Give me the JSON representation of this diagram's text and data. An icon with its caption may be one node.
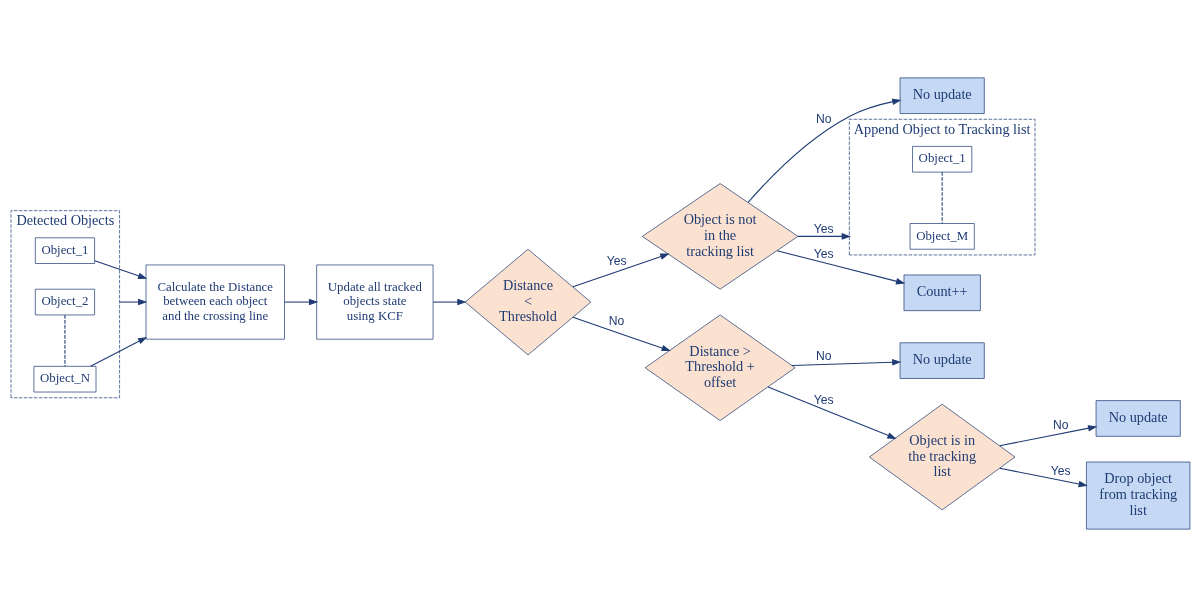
{
  "diagram": {
    "nodes": [
      {
        "text": [
          "Detected Objects"
        ]
      },
      {
        "text": [
          "Object_1"
        ],
        "in": 0
      },
      {
        "text": [
          "Object_2"
        ],
        "in": 0
      },
      {
        "text": [
          "Object_N"
        ],
        "in": 0
      },
      {
        "text": [
          "Calculate the Distance between each object and the crossing line"
        ]
      },
      {
        "text": [
          "Update all tracked objects state using KCF"
        ]
      },
      {
        "text": [
          "Distance < Threshold"
        ]
      },
      {
        "text": [
          "Object is not in the tracking list"
        ]
      },
      {
        "text": [
          "No update"
        ]
      },
      {
        "text": [
          "Append Object to Tracking list"
        ]
      },
      {
        "text": [
          "Object_1"
        ],
        "in": 9
      },
      {
        "text": [
          "Object_M"
        ],
        "in": 9
      },
      {
        "text": [
          "Count++"
        ]
      },
      {
        "text": [
          "Distance > Threshold + offset"
        ]
      },
      {
        "text": [
          "No update"
        ]
      },
      {
        "text": [
          "Object is in the tracking list"
        ]
      },
      {
        "text": [
          "No update"
        ]
      },
      {
        "text": [
          "Drop object from tracking list"
        ]
      }
    ],
    "edges": [
      {
        "from": 1,
        "to": 4,
        "arrow": "to"
      },
      {
        "from": 0,
        "to": 4,
        "arrow": "to"
      },
      {
        "from": 3,
        "to": 4,
        "arrow": "to"
      },
      {
        "from": 2,
        "to": 3,
        "arrow": "none",
        "style": "dashed"
      },
      {
        "from": 4,
        "to": 5,
        "arrow": "to"
      },
      {
        "from": 5,
        "to": 6,
        "arrow": "to"
      },
      {
        "from": 6,
        "to": 7,
        "arrow": "to",
        "label": "Yes"
      },
      {
        "from": 7,
        "to": 8,
        "arrow": "to",
        "label": "No"
      },
      {
        "from": 7,
        "to": 9,
        "arrow": "to",
        "label": "Yes"
      },
      {
        "from": 7,
        "to": 12,
        "arrow": "to",
        "label": "Yes"
      },
      {
        "from": 10,
        "to": 11,
        "arrow": "none",
        "style": "dashed"
      },
      {
        "from": 6,
        "to": 13,
        "arrow": "to",
        "label": "No"
      },
      {
        "from": 13,
        "to": 14,
        "arrow": "to",
        "label": "No"
      },
      {
        "from": 13,
        "to": 15,
        "arrow": "to",
        "label": "Yes"
      },
      {
        "from": 15,
        "to": 16,
        "arrow": "to",
        "label": "No"
      },
      {
        "from": 15,
        "to": 17,
        "arrow": "to",
        "label": "Yes"
      }
    ]
  }
}
